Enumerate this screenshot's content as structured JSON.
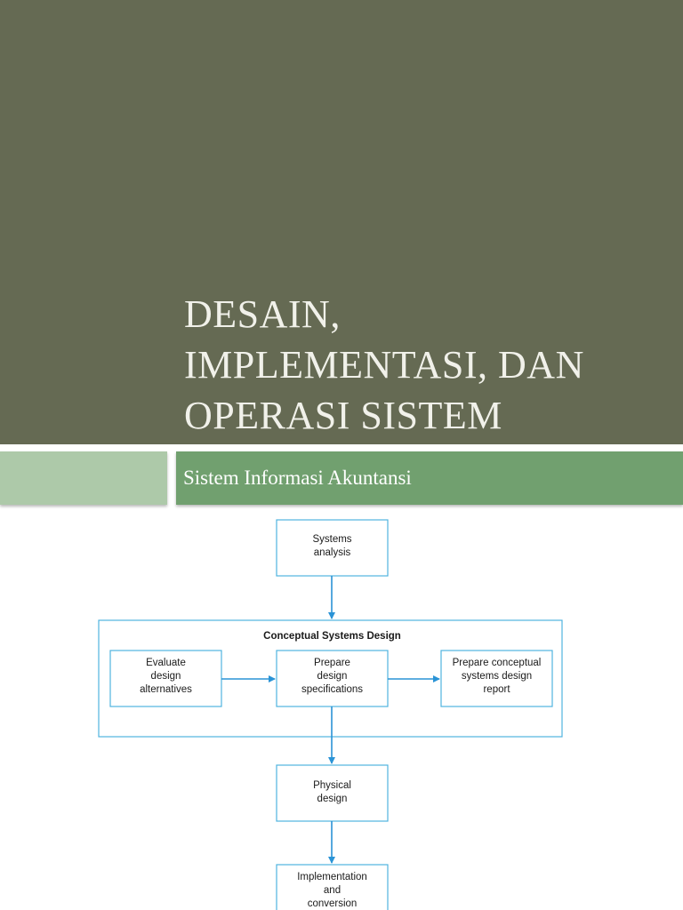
{
  "slide": {
    "title_lines": [
      "Desain,",
      "Implementasi, dan",
      "Operasi Sistem"
    ],
    "subtitle": "Sistem Informasi Akuntansi"
  },
  "diagram": {
    "group_label": "Conceptual Systems Design",
    "nodes": {
      "systems_analysis": [
        "Systems",
        "analysis"
      ],
      "evaluate": [
        "Evaluate",
        "design",
        "alternatives"
      ],
      "prepare_specs": [
        "Prepare",
        "design",
        "specifications"
      ],
      "prepare_report": [
        "Prepare conceptual",
        "systems design",
        "report"
      ],
      "physical_design": [
        "Physical",
        "design"
      ],
      "implementation": [
        "Implementation",
        "and",
        "conversion"
      ]
    },
    "colors": {
      "box_border": "#4fb3df",
      "arrow": "#2a93d6",
      "title_bg": "#656a53",
      "subtitle_bg": "#71a06f",
      "accent": "#adc9a9"
    }
  }
}
